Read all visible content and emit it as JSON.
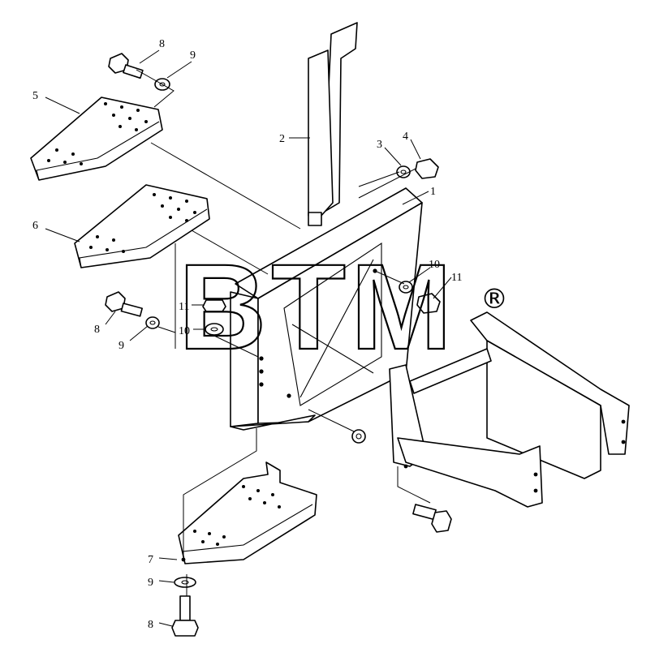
{
  "diagram": {
    "watermark": "BTM",
    "registered_mark": "®",
    "callouts": {
      "c1": "1",
      "c2": "2",
      "c3": "3",
      "c4": "4",
      "c5": "5",
      "c6": "6",
      "c7": "7",
      "c8a": "8",
      "c8b": "8",
      "c8c": "8",
      "c9a": "9",
      "c9b": "9",
      "c9c": "9",
      "c10a": "10",
      "c10b": "10",
      "c11a": "11",
      "c11b": "11"
    }
  }
}
